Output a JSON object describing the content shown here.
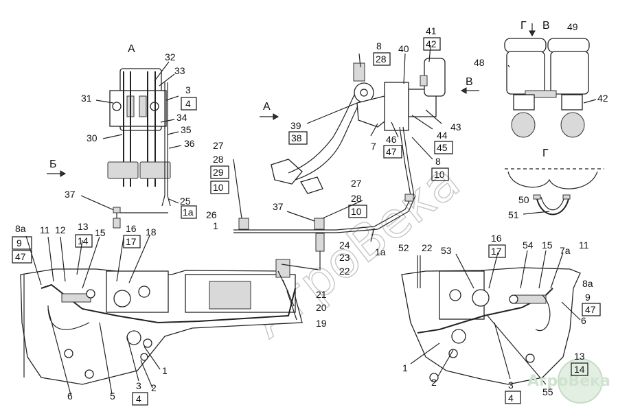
{
  "views": {
    "a": "А",
    "b": "Б",
    "v": "В",
    "g": "Г"
  },
  "watermark": "АгроВека",
  "labels": {
    "l32": "32",
    "l33": "33",
    "l31": "31",
    "l3a": "3",
    "l4a": "4",
    "l34": "34",
    "l35": "35",
    "l30": "30",
    "l36": "36",
    "l25": "25",
    "l1a_a": "1а",
    "l37a": "37",
    "l8a": "8",
    "l28a": "28",
    "l40": "40",
    "l41": "41",
    "l42a": "42",
    "l39": "39",
    "l38": "38",
    "l7": "7",
    "l46": "46",
    "l47a": "47",
    "l44": "44",
    "l45": "45",
    "l43": "43",
    "l8b": "8",
    "l10a": "10",
    "l48": "48",
    "l49": "49",
    "l42b": "42",
    "l50": "50",
    "l51": "51",
    "l27a": "27",
    "l28b": "28",
    "l29": "29",
    "l10b": "10",
    "l27b": "27",
    "l28c": "28",
    "l10c": "10",
    "l26": "26",
    "l1b": "1",
    "l37b": "37",
    "l24": "24",
    "l23": "23",
    "l22a": "22",
    "l1a_b": "1а",
    "l8a_l": "8а",
    "l9a": "9",
    "l47b": "47",
    "l11a": "11",
    "l12": "12",
    "l13a": "13",
    "l14a": "14",
    "l15a": "15",
    "l16a": "16",
    "l17a": "17",
    "l18": "18",
    "l21": "21",
    "l20": "20",
    "l19": "19",
    "l1c": "1",
    "l2a": "2",
    "l3b": "3",
    "l4b": "4",
    "l5": "5",
    "l6a": "6",
    "l52": "52",
    "l22b": "22",
    "l53": "53",
    "l16b": "16",
    "l17b": "17",
    "l54": "54",
    "l15b": "15",
    "l7a": "7а",
    "l11b": "11",
    "l8a_r": "8а",
    "l9b": "9",
    "l47c": "47",
    "l6b": "6",
    "l13b": "13",
    "l14b": "14",
    "l1d": "1",
    "l2b": "2",
    "l3c": "3",
    "l4c": "4",
    "l55": "55"
  }
}
